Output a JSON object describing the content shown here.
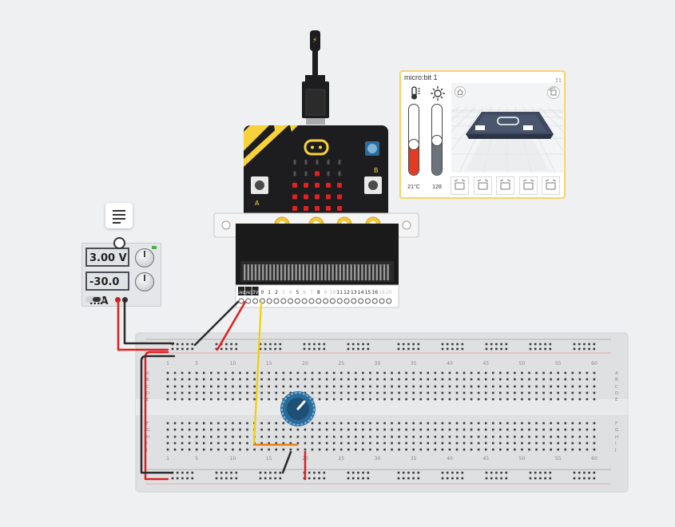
{
  "power_supply": {
    "voltage": "3.00 V",
    "current": "-30.0 mA"
  },
  "simulator": {
    "title": "micro:bit 1",
    "temperature": "21°C",
    "temperature_level": 0.45,
    "light": "128",
    "light_level": 0.5,
    "view_buttons": [
      "view-reset-icon",
      "tilt-left-icon",
      "tilt-front-icon",
      "tilt-back-icon",
      "shake-icon"
    ]
  },
  "microbit": {
    "button_labels": [
      "A",
      "B"
    ],
    "pin_labels": [
      "GND",
      "GND",
      "3V",
      "0",
      "1",
      "2",
      "3",
      "4",
      "5",
      "6",
      "7",
      "8",
      "9",
      "10",
      "11",
      "12",
      "13",
      "14",
      "15",
      "16",
      "19",
      "20"
    ]
  },
  "breadboard": {
    "column_numbers": [
      "1",
      "5",
      "10",
      "15",
      "20",
      "25",
      "30",
      "35",
      "40",
      "45",
      "50",
      "55",
      "60"
    ],
    "row_letters_top": [
      "A",
      "B",
      "C",
      "D",
      "E"
    ],
    "row_letters_bottom": [
      "F",
      "G",
      "H",
      "I",
      "J"
    ]
  },
  "colors": {
    "wire_red": "#e02020",
    "wire_black": "#2b2b2b",
    "wire_yellow": "#f2d000",
    "wire_orange": "#e8821e",
    "microbit_body": "#1d1d1f",
    "led_on": "#e52020",
    "accent_yellow": "#f7d23b"
  }
}
